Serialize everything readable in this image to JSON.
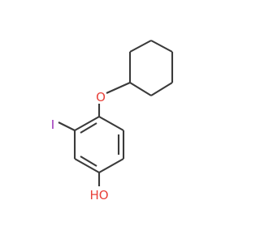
{
  "molecule": {
    "atoms": [
      {
        "label": "O",
        "color": "#e8413a"
      },
      {
        "label": "I",
        "color": "#9a2fb8"
      },
      {
        "label": "HO",
        "color": "#e8413a"
      }
    ],
    "bond_color": "#3a3a3a"
  }
}
